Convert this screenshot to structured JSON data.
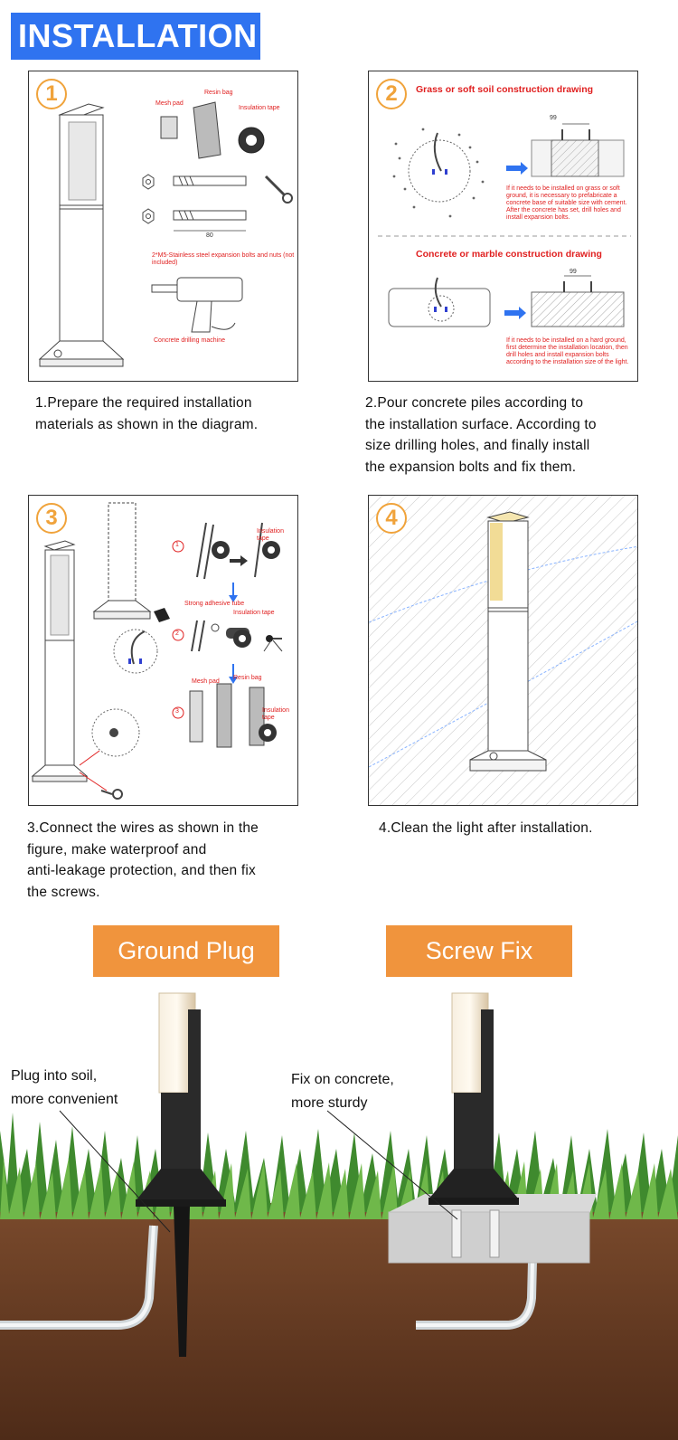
{
  "header": {
    "title": "INSTALLATION"
  },
  "steps": [
    {
      "number": "1",
      "caption": [
        "1.Prepare the required installation",
        "materials as shown in the diagram."
      ],
      "labels": {
        "mesh_pad": "Mesh pad",
        "resin_bag": "Resin bag",
        "insulation_tape": "Insulation tape",
        "bolt_size": "80",
        "bolts_note": "2*M5-Stainless steel expansion bolts and nuts (not included)",
        "drill": "Concrete drilling machine"
      }
    },
    {
      "number": "2",
      "caption": [
        "2.Pour concrete piles according to",
        "the installation surface. According to",
        "size drilling holes, and finally install",
        "the expansion bolts and fix them."
      ],
      "labels": {
        "soft_title": "Grass or soft soil construction drawing",
        "soft_size": "99",
        "soft_note": "If it needs to be installed on grass or soft ground, it is necessary to prefabricate a concrete base of suitable size with cement. After the concrete has set, drill holes and install expansion bolts.",
        "hard_title": "Concrete or marble construction drawing",
        "hard_size": "99",
        "hard_note": "If it needs to be installed on a hard ground, first determine the installation location, then drill holes and install expansion bolts according to the installation size of the light."
      }
    },
    {
      "number": "3",
      "caption": [
        "3.Connect the wires as shown in the",
        "figure, make waterproof and",
        "anti-leakage protection, and then fix",
        "the screws."
      ],
      "labels": {
        "s1": "1",
        "s2": "2",
        "s3": "3",
        "insulation_tape_1": "Insulation tape",
        "adhesive_tube": "Strong adhesive tube",
        "insulation_tape_2": "Insulation tape",
        "mesh_pad": "Mesh pad",
        "resin_bag": "Resin bag",
        "insulation_tape_3": "Insulation tape"
      }
    },
    {
      "number": "4",
      "caption": [
        "4.Clean the light after installation."
      ]
    }
  ],
  "methods": {
    "ground_plug": {
      "label": "Ground Plug",
      "note": [
        "Plug into soil,",
        "more convenient"
      ]
    },
    "screw_fix": {
      "label": "Screw Fix",
      "note": [
        "Fix on concrete,",
        "more sturdy"
      ]
    }
  },
  "colors": {
    "banner": "#2f73f0",
    "accent_orange": "#f0943d",
    "number_ring": "#f0a33b",
    "note_red": "#e02020",
    "arrow_blue": "#2f73f0"
  }
}
